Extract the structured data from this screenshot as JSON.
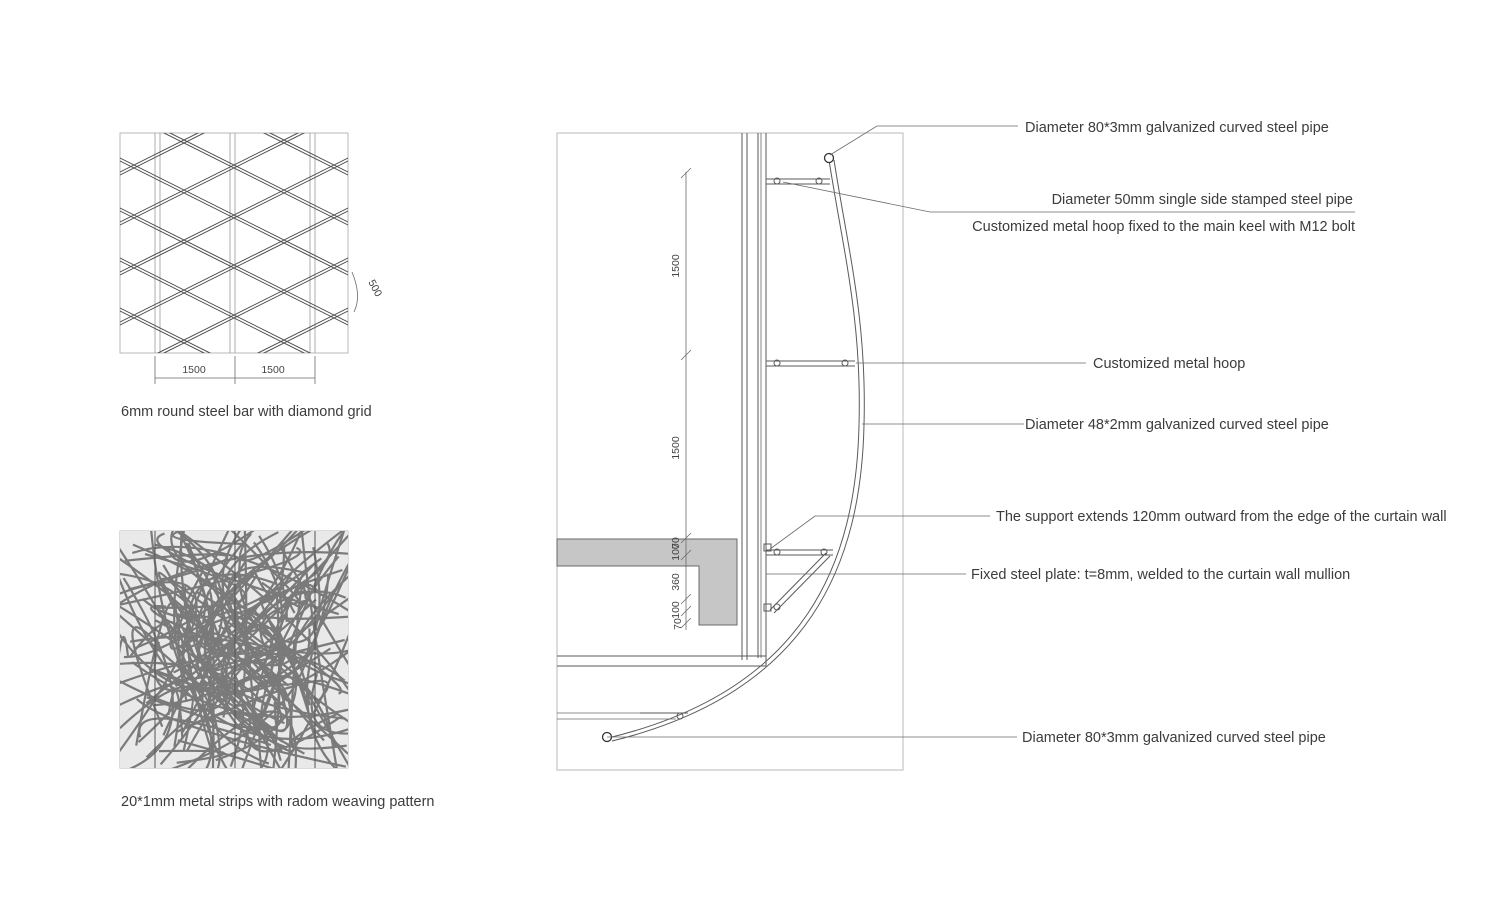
{
  "panels": {
    "diamond": {
      "caption": "6mm round steel bar with diamond grid",
      "dim_width_left": "1500",
      "dim_width_right": "1500",
      "dim_spacing": "500"
    },
    "woven": {
      "caption": "20*1mm metal strips with radom weaving pattern"
    }
  },
  "section": {
    "dims": {
      "upper": "1500",
      "lower": "1500",
      "d1": "100",
      "d2": "70",
      "d3": "360",
      "d4": "100",
      "d5": "70"
    },
    "callouts": {
      "top_pipe": "Diameter 80*3mm galvanized curved steel pipe",
      "stamped_pipe": "Diameter 50mm single side stamped steel pipe",
      "hoop_fixed": "Customized metal hoop fixed to the main keel with M12 bolt",
      "hoop": "Customized metal hoop",
      "pipe_48": "Diameter 48*2mm galvanized curved steel pipe",
      "support": "The support extends 120mm outward from the edge of the curtain wall",
      "plate": "Fixed steel plate: t=8mm, welded to the curtain wall mullion",
      "bottom_pipe": "Diameter 80*3mm galvanized curved steel pipe"
    }
  },
  "colors": {
    "line": "#5a5a5a",
    "frame": "#b8b8b8",
    "concrete": "#c6c6c6",
    "text": "#3c3c3c"
  }
}
